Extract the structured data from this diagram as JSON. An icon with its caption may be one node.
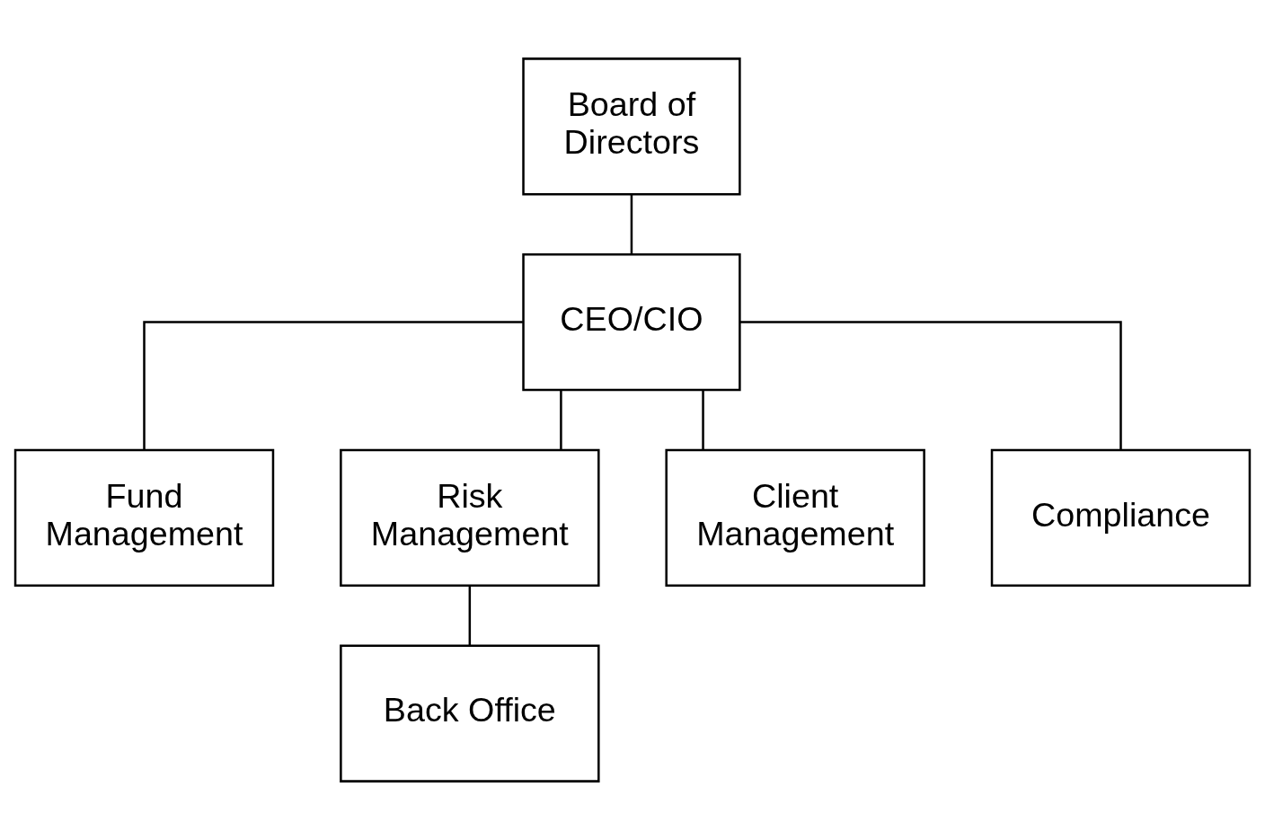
{
  "diagram": {
    "nodes": [
      {
        "text": [
          "Board of Directors"
        ]
      },
      {
        "text": [
          "CEO/CIO"
        ]
      },
      {
        "text": [
          "Fund Management"
        ]
      },
      {
        "text": [
          "Risk Management"
        ]
      },
      {
        "text": [
          "Client Management"
        ]
      },
      {
        "text": [
          "Compliance"
        ]
      },
      {
        "text": [
          "Back Office"
        ]
      }
    ],
    "edges": [
      {
        "from": 0,
        "to": 1,
        "arrow": "none"
      },
      {
        "from": 1,
        "to": 2,
        "arrow": "none"
      },
      {
        "from": 1,
        "to": 3,
        "arrow": "none"
      },
      {
        "from": 1,
        "to": 4,
        "arrow": "none"
      },
      {
        "from": 1,
        "to": 5,
        "arrow": "none"
      },
      {
        "from": 3,
        "to": 6,
        "arrow": "none"
      }
    ]
  }
}
